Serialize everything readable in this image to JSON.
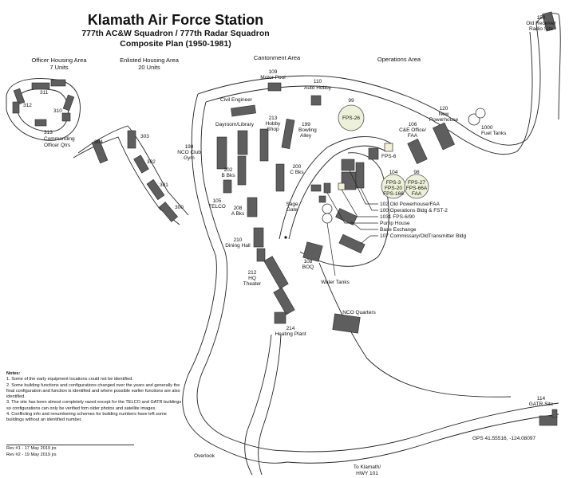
{
  "title": {
    "main": "Klamath Air Force Station",
    "line2": "777th AC&W Squadron / 777th Radar Squadron",
    "line3": "Composite Plan (1950-1981)"
  },
  "areas": {
    "officer": [
      "Officer Housing Area",
      "7 Units"
    ],
    "enlisted": [
      "Enlisted Housing Area",
      "20 Units"
    ],
    "cantonment": "Cantonment Area",
    "operations": "Operations Area"
  },
  "labels": {
    "b150": [
      "150",
      "Old Receiver",
      "Radio Site"
    ],
    "b109": [
      "109",
      "Motor Pool"
    ],
    "b110": [
      "110",
      "Auto Hobby"
    ],
    "b99": "99",
    "fps26": "FPS-26",
    "b120": [
      "120",
      "New",
      "Powerhouse"
    ],
    "b1000": [
      "1000",
      "Fuel Tanks"
    ],
    "b311": "311",
    "b312": "312",
    "b310": "310",
    "b313": [
      "313",
      "Commanding",
      "Officer Qtrs"
    ],
    "civil": "Civil Engineer",
    "dayroom": "Dayroom/Library",
    "b213": [
      "213",
      "Hobby",
      "Shop"
    ],
    "b199": [
      "199",
      "Bowling",
      "Alley"
    ],
    "b106": [
      "106",
      "C&E Office/",
      "FAA"
    ],
    "b304": "304",
    "b303": "303",
    "b302": "302",
    "b301": "301",
    "b300": "300",
    "b198": [
      "198",
      "NCO Club",
      "Gym"
    ],
    "b202": [
      "202",
      "B Bks"
    ],
    "b200": [
      "200",
      "C Bks"
    ],
    "fps6": "FPS-6",
    "b104": "104",
    "b98": "98",
    "r104": [
      "FPS-3",
      "FPS-20",
      "FPS-166"
    ],
    "r98": [
      "FPS-27",
      "FPS-66A",
      "FAA"
    ],
    "b105": [
      "105",
      "TELCO"
    ],
    "b208": [
      "208",
      "A Bks"
    ],
    "sage": [
      "Sage",
      "Gate"
    ],
    "list": [
      "102 Old Powerhouse/FAA",
      "100 Operations Bldg & FST-2",
      "1031 FPS-6/90",
      "Pump House",
      "Base Exchange",
      "107 Commissary/OldTransmitter Bldg"
    ],
    "b210": [
      "210",
      "Dining Hall"
    ],
    "b108": [
      "108",
      "BOQ"
    ],
    "b212": [
      "212",
      "HQ",
      "Theater"
    ],
    "tanks": "Water Tanks",
    "nco": "NCO Quarters",
    "b214": [
      "214",
      "Heating Plant"
    ],
    "b114": [
      "114",
      "GATR Site"
    ],
    "overlook": "Overlook",
    "klamath": [
      "To Klamath/",
      "HWY 101"
    ]
  },
  "gps": "GPS 41.55516, -124.08097",
  "notes": {
    "heading": "Notes:",
    "n1": "1. Some of the early equipment locations could not be identified.",
    "n2": "2. Some building functions and configurations changed over the years and generally the final configuration and function is identified and where possible earlier functions are also identified.",
    "n3": "3. The site has been almost completely razed except for the TELCO and GATR buildings so configurations can only be verified fom older photos and satellite images.",
    "n4": "4. Conflicting info and renumbering schemes for building numbers have left some buildings without an identified number."
  },
  "revisions": {
    "r1": "Rev #1 - 17 May 2019 jrs",
    "r2": "Rev #2 - 19 May 2019 jrs"
  },
  "colors": {
    "building": "#5e5e5e",
    "radome": "#eef1d9",
    "road": "#222222",
    "background": "#ffffff"
  }
}
